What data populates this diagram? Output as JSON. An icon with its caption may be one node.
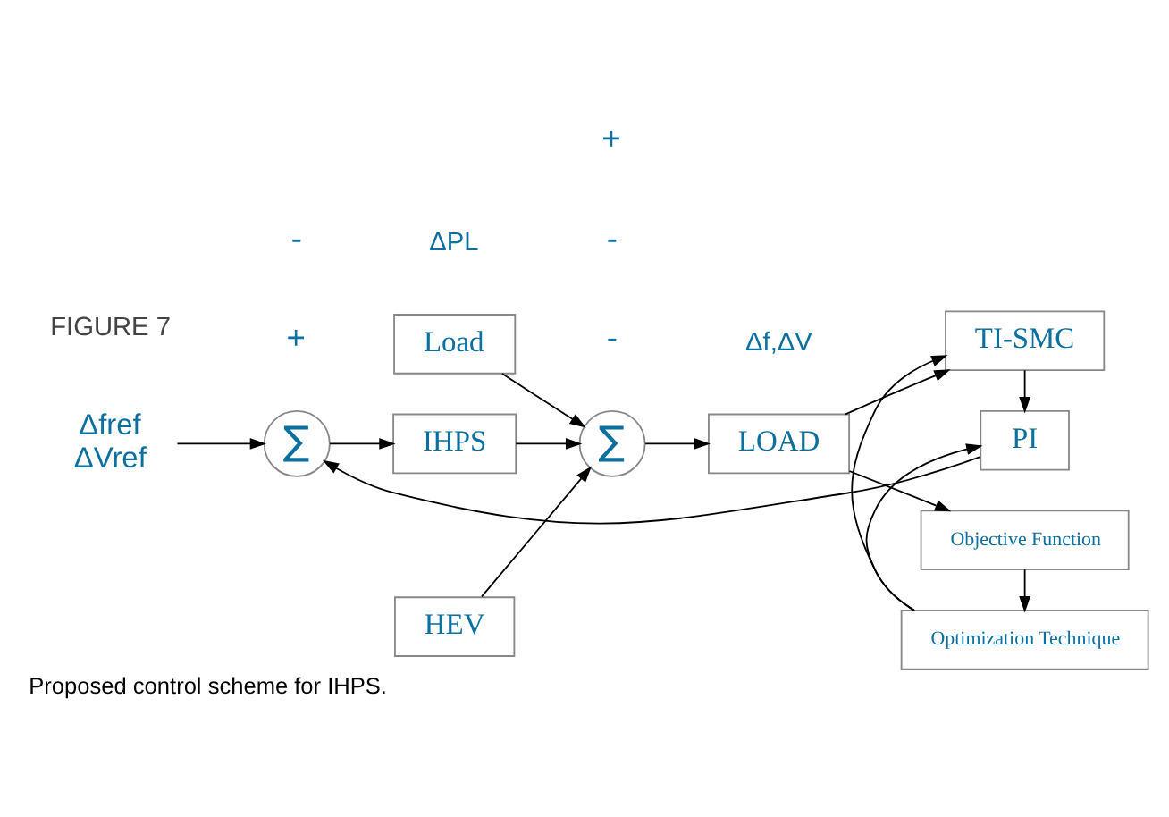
{
  "diagram": {
    "caption": "Proposed control scheme for IHPS.",
    "nodes": [
      {
        "text": [
          "Load"
        ]
      },
      {
        "text": [
          "HEV"
        ]
      },
      {
        "text": [
          "Δfref",
          "ΔVref"
        ]
      },
      {
        "text": [
          "∑"
        ]
      },
      {
        "text": [
          "IHPS"
        ]
      },
      {
        "text": [
          "∑"
        ]
      },
      {
        "text": [
          "LOAD"
        ]
      },
      {
        "text": [
          "PI"
        ]
      },
      {
        "text": [
          "TI-SMC"
        ]
      },
      {
        "text": [
          "Optimization Technique"
        ]
      },
      {
        "text": [
          "Objective Function"
        ]
      }
    ],
    "edges": [
      {
        "from": 2,
        "to": 3,
        "arrow": "to"
      },
      {
        "from": 3,
        "to": 4,
        "arrow": "to"
      },
      {
        "from": 4,
        "to": 5,
        "arrow": "to"
      },
      {
        "from": 0,
        "to": 5,
        "arrow": "to"
      },
      {
        "from": 1,
        "to": 5,
        "arrow": "to"
      },
      {
        "from": 5,
        "to": 6,
        "arrow": "to"
      },
      {
        "from": 6,
        "to": 8,
        "arrow": "to"
      },
      {
        "from": 6,
        "to": 10,
        "arrow": "to"
      },
      {
        "from": 8,
        "to": 7,
        "arrow": "to"
      },
      {
        "from": 7,
        "to": 3,
        "arrow": "to"
      },
      {
        "from": 10,
        "to": 9,
        "arrow": "to"
      },
      {
        "from": 9,
        "to": 7,
        "arrow": "to"
      },
      {
        "from": 9,
        "to": 8,
        "arrow": "to"
      }
    ],
    "labels": [
      "ΔPL",
      "-",
      "-",
      "Δf,ΔV",
      "+",
      "-",
      "+",
      "FIGURE 7"
    ]
  }
}
